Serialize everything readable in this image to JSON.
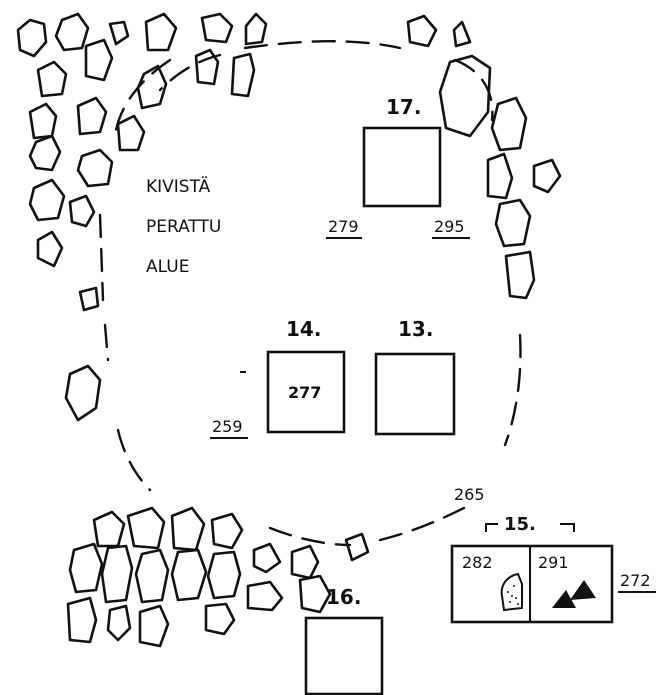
{
  "area_label": {
    "line1": "KIVISTÄ",
    "line2": "PERATTU",
    "line3": "ALUE"
  },
  "pits": {
    "p17": {
      "number": "17."
    },
    "p14": {
      "number": "14.",
      "inner_value": "277"
    },
    "p13": {
      "number": "13."
    },
    "p15": {
      "number": "15.",
      "left_value": "282",
      "right_value": "291"
    },
    "p16": {
      "number": "16."
    }
  },
  "elevations": {
    "e279": "279",
    "e295": "295",
    "e259": "259",
    "e265": "265",
    "e272": "272"
  },
  "colors": {
    "ink": "#111111",
    "paper": "#ffffff",
    "stipple_fill": "#ffffff"
  },
  "icons": [
    "stone-outline",
    "stippled-find-icon",
    "filled-triangle-icon"
  ]
}
